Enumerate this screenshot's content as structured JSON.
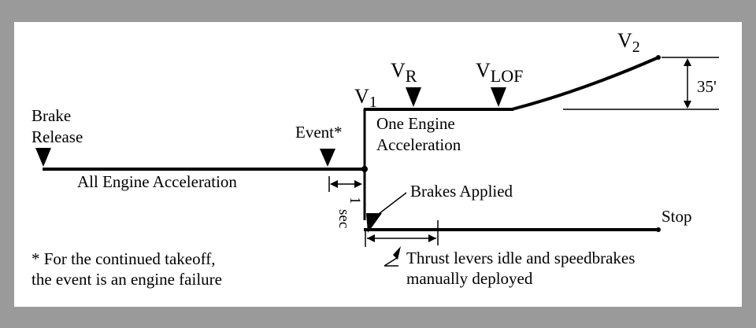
{
  "labels": {
    "brake": "Brake",
    "release": "Release",
    "all_engine": "All Engine Acceleration",
    "event": "Event*",
    "v1_main": "V",
    "v1_sub": "1",
    "vr_main": "V",
    "vr_sub": "R",
    "vlof_main": "V",
    "vlof_sub": "LOF",
    "v2_main": "V",
    "v2_sub": "2",
    "one_engine_1": "One Engine",
    "one_engine_2": "Acceleration",
    "height": "35'",
    "one_sec_1": "1",
    "one_sec_2": "sec",
    "brakes_applied": "Brakes Applied",
    "stop": "Stop",
    "footnote_1": "* For the continued takeoff,",
    "footnote_2": "the event is an engine failure",
    "thrust_1": "Thrust levers idle and speedbrakes",
    "thrust_2": "manually deployed"
  },
  "colors": {
    "frame_border": "#9a9a9a",
    "ink": "#000000"
  }
}
